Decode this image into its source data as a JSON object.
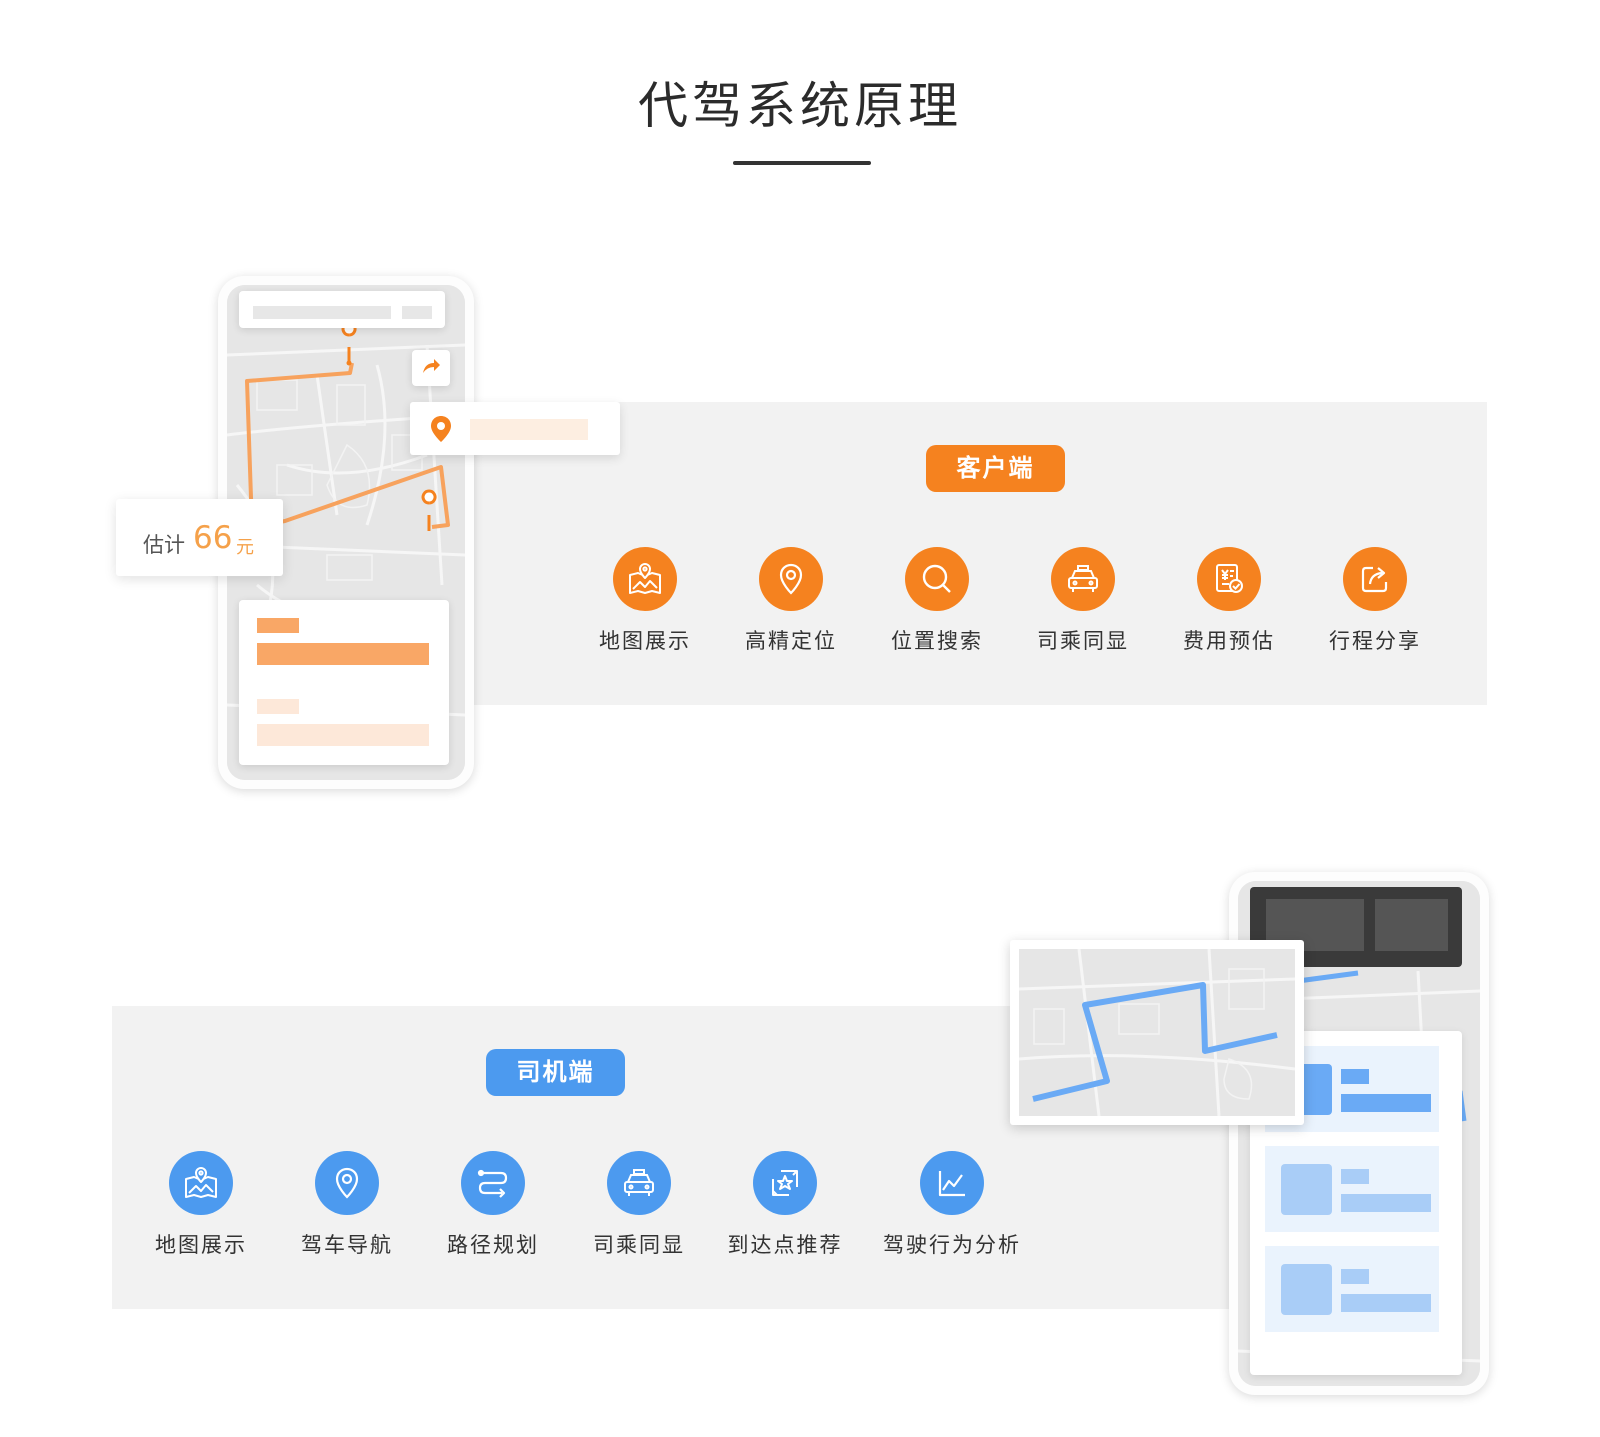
{
  "page": {
    "title": "代驾系统原理"
  },
  "client": {
    "pill": "客户端",
    "accent": "#f5821f",
    "features": [
      {
        "label": "地图展示",
        "icon": "map-icon"
      },
      {
        "label": "高精定位",
        "icon": "location-pin-icon"
      },
      {
        "label": "位置搜索",
        "icon": "search-icon"
      },
      {
        "label": "司乘同显",
        "icon": "car-icon"
      },
      {
        "label": "费用预估",
        "icon": "fee-estimate-icon"
      },
      {
        "label": "行程分享",
        "icon": "share-icon"
      }
    ],
    "estimate": {
      "label": "估计",
      "amount": "66",
      "unit": "元"
    }
  },
  "driver": {
    "pill": "司机端",
    "accent": "#4c9aef",
    "features": [
      {
        "label": "地图展示",
        "icon": "map-icon"
      },
      {
        "label": "驾车导航",
        "icon": "location-pin-icon"
      },
      {
        "label": "路径规划",
        "icon": "route-icon"
      },
      {
        "label": "司乘同显",
        "icon": "car-icon"
      },
      {
        "label": "到达点推荐",
        "icon": "recommend-point-icon"
      },
      {
        "label": "驾驶行为分析",
        "icon": "line-chart-icon"
      }
    ]
  }
}
